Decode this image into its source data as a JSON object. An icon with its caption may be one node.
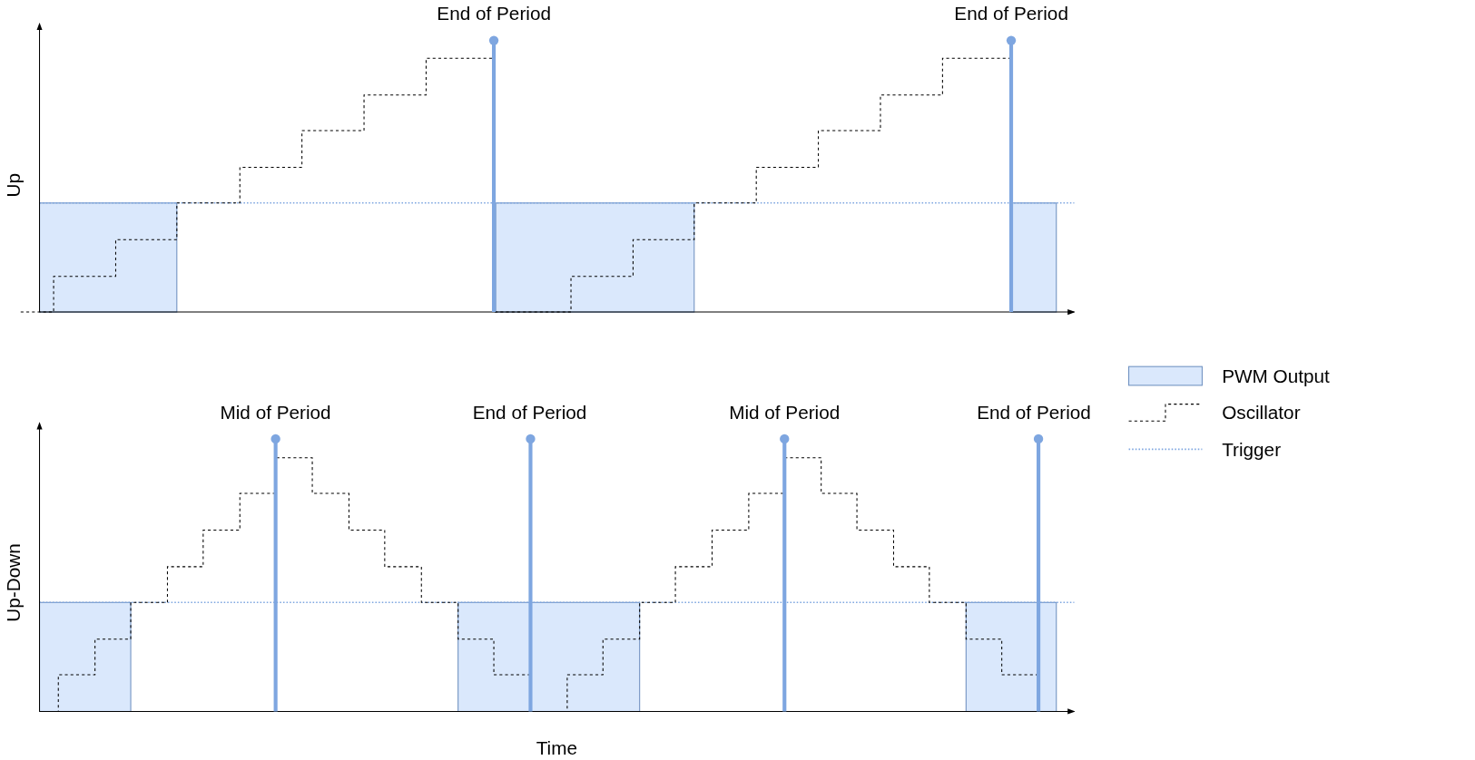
{
  "diagram": {
    "labels": [
      "End of Period",
      "End of Period",
      "Up",
      "Mid of Period",
      "End of Period",
      "Mid of Period",
      "End of Period",
      "Up-Down",
      "Time"
    ],
    "legend": [
      {
        "text": "PWM Output",
        "color": "#dae8fc"
      },
      {
        "text": "Oscillator"
      },
      {
        "text": "Trigger"
      }
    ]
  }
}
